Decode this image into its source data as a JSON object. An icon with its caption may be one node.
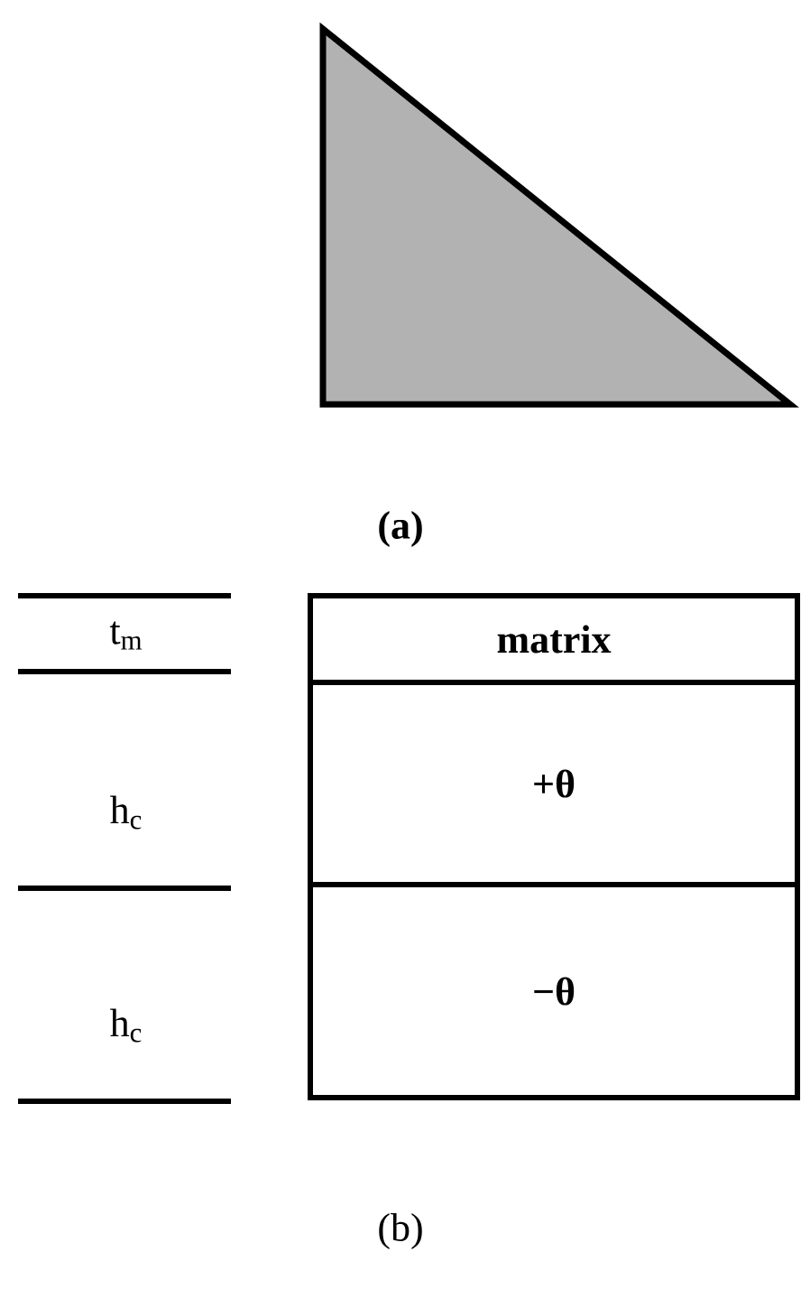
{
  "diagram": {
    "nodes": [
      {
        "text": [
          "matrix"
        ]
      },
      {
        "text": [
          "+θ"
        ]
      },
      {
        "text": [
          "−θ"
        ]
      }
    ],
    "labels": [
      "(a)",
      "t$_{m}$",
      "h$_{c}$",
      "h$_{c}$",
      "(b)"
    ]
  }
}
